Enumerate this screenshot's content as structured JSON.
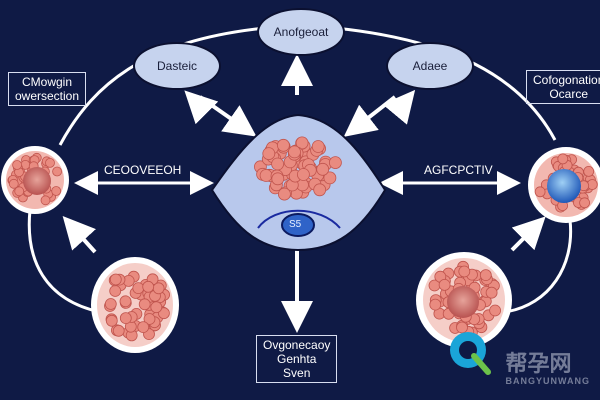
{
  "labels": {
    "top": "Anofgeoat",
    "left_oval": "Dasteic",
    "right_oval": "Adaee",
    "left_box_line1": "CMowgin",
    "left_box_line2": "owersection",
    "right_box_line1": "Cofogonation",
    "right_box_line2": "Ocarce",
    "left_mid": "CEOOVEEOH",
    "right_mid": "AGFCPCTIV",
    "center_tag": "S5",
    "bottom_line1": "Ovgonecaoy",
    "bottom_line2": "Genhta",
    "bottom_line3": "Sven"
  },
  "watermark": {
    "cn": "帮孕网",
    "en": "BANGYUNWANG"
  },
  "colors": {
    "background": "#0f1a45",
    "oval_fill": "#c6d3ee",
    "center_fill": "#b8c8ec",
    "cell_ring": "#ffffff",
    "cell_inner": "#f6c9c2",
    "cell_cluster": "#e98b80",
    "nucleus_red": "#c45c5c",
    "nucleus_blue": "#2f6fcf"
  }
}
